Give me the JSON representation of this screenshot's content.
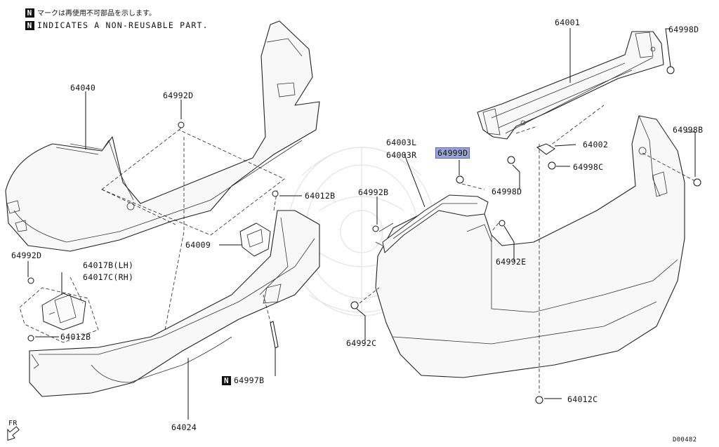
{
  "notes": {
    "badge": "N",
    "line_jp": "マークは再使用不可部品を示します。",
    "line_en": "INDICATES A NON-REUSABLE PART."
  },
  "parts": {
    "p64001": "64001",
    "p64998D_top": "64998D",
    "p64040": "64040",
    "p64992D_top": "64992D",
    "p64012B_top": "64012B",
    "p64009": "64009",
    "p64992D_left": "64992D",
    "p64017B": "64017B(LH)",
    "p64017C": "64017C(RH)",
    "p64012B_left": "64012B",
    "p64997B": "64997B",
    "p64024": "64024",
    "p64003L": "64003L",
    "p64003R": "64003R",
    "p64999D": "64999D",
    "p64992B": "64992B",
    "p64002": "64002",
    "p64998C": "64998C",
    "p64998B": "64998B",
    "p64998D_mid": "64998D",
    "p64992E": "64992E",
    "p64992C": "64992C",
    "p64012C": "64012C"
  },
  "highlight_color": "#9aa6d8",
  "direction_label": "FR",
  "diagram_code": "D00482"
}
